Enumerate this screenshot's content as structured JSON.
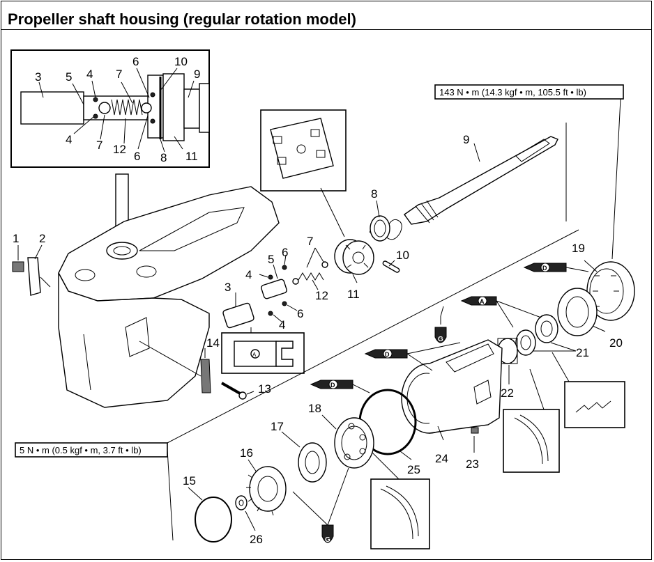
{
  "title": "Propeller shaft housing (regular rotation model)",
  "torque_specs": {
    "upper": "143 N • m (14.3 kgf • m, 105.5 ft • lb)",
    "lower": "5 N • m (0.5 kgf • m, 3.7 ft • lb)"
  },
  "inset_labels": [
    "3",
    "5",
    "4",
    "7",
    "6",
    "10",
    "9",
    "4",
    "7",
    "12",
    "6",
    "8",
    "11"
  ],
  "part_labels": [
    "1",
    "2",
    "3",
    "4",
    "5",
    "6",
    "7",
    "12",
    "4",
    "6",
    "11",
    "10",
    "8",
    "9",
    "19",
    "20",
    "21",
    "22",
    "13",
    "14",
    "15",
    "16",
    "17",
    "18",
    "23",
    "24",
    "25",
    "26"
  ],
  "lube_marks": {
    "grease": "G",
    "type_a": "A",
    "type_d": "D"
  },
  "detail_a_mark": "A"
}
